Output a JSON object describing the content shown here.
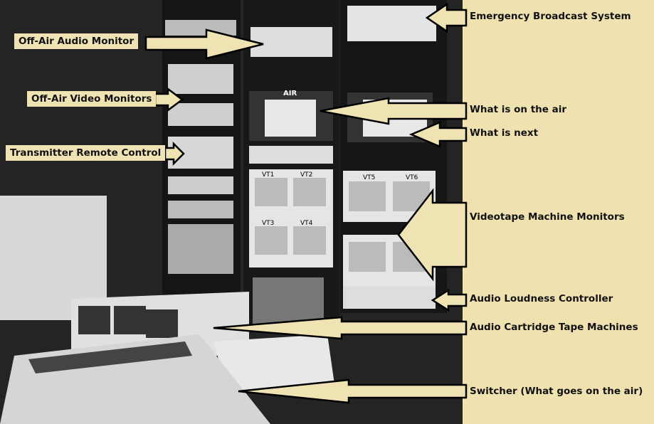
{
  "labels": {
    "off_air_audio": "Off-Air Audio Monitor",
    "off_air_video": "Off-Air Video Monitors",
    "transmitter": "Transmitter Remote Control",
    "ebs": "Emergency Broadcast System",
    "on_air": "What is on the air",
    "next": "What is next",
    "videotape": "Videotape Machine Monitors",
    "loudness": "Audio Loudness Controller",
    "cartridge": "Audio Cartridge Tape Machines",
    "switcher": "Switcher (What goes on the air)"
  },
  "photo_text": {
    "air": "AIR",
    "vt1": "VT1",
    "vt2": "VT2",
    "vt3": "VT3",
    "vt4": "VT4",
    "vt5": "VT5",
    "vt6": "VT6"
  },
  "colors": {
    "label_bg": "#efe3b4",
    "page_bg": "#f0e2b0",
    "photo_bg": "#232323"
  }
}
